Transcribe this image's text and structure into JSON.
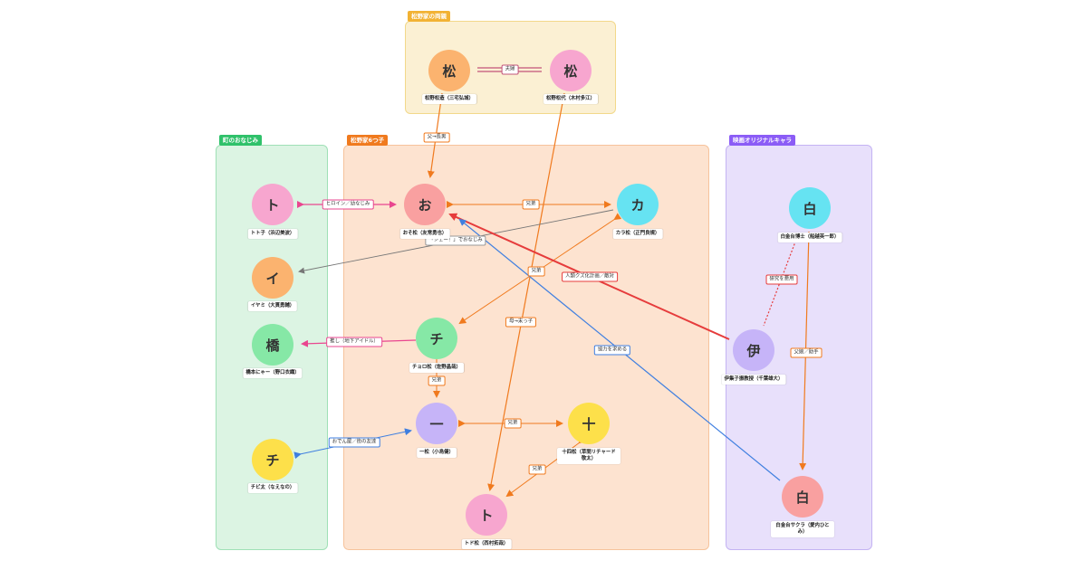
{
  "colors": {
    "orange_edge": "#f07a1e",
    "pink_edge": "#e9468f",
    "red_edge": "#e63c3c",
    "blue_edge": "#3f7fe0",
    "gray_edge": "#777777",
    "marriage": "#c2547a"
  },
  "groups": {
    "parents": {
      "title": "松野家の両親",
      "color": "#f2b233",
      "fill": "#fbf0d3"
    },
    "town": {
      "title": "町のおなじみ",
      "color": "#2fc16a",
      "fill": "#dcf4e3"
    },
    "brothers": {
      "title": "松野家6つ子",
      "color": "#f07a1e",
      "fill": "#fde3d0"
    },
    "movie": {
      "title": "映画オリジナルキャラ",
      "color": "#8b5cf6",
      "fill": "#e8e0fb"
    }
  },
  "nodes": {
    "matsuzo": {
      "char": "松",
      "label": "松野松造（三宅弘城）",
      "color": "#fbb36f"
    },
    "matsuyo": {
      "char": "松",
      "label": "松野松代（木村多江）",
      "color": "#f7a6cf"
    },
    "totoko": {
      "char": "ト",
      "label": "トト子（浜辺美波）",
      "color": "#f7a6cf"
    },
    "iyami": {
      "char": "イ",
      "label": "イヤミ（大貫勇輔）",
      "color": "#fbb36f"
    },
    "hashimoto": {
      "char": "橋",
      "label": "橋本にゃー（野口衣織）",
      "color": "#86e8a6"
    },
    "chibita": {
      "char": "チ",
      "label": "チビ太（なえなの）",
      "color": "#fde04a"
    },
    "osomatsu": {
      "char": "お",
      "label": "おそ松（友常勇也）",
      "color": "#f9a0a0"
    },
    "karamatsu": {
      "char": "カ",
      "label": "カラ松（正門良規）",
      "color": "#66e3f2"
    },
    "choromatsu": {
      "char": "チ",
      "label": "チョロ松（佐野晶哉）",
      "color": "#86e8a6"
    },
    "ichimatsu": {
      "char": "一",
      "label": "一松（小島健）",
      "color": "#c6b4f8"
    },
    "jyushimatsu": {
      "char": "十",
      "label": "十四松（草間リチャード敬太）",
      "color": "#fde04a"
    },
    "todomatsu": {
      "char": "ト",
      "label": "トド松（西村拓哉）",
      "color": "#f7a6cf"
    },
    "hakase": {
      "char": "白",
      "label": "白金台博士（船越英一郎）",
      "color": "#66e3f2"
    },
    "ida": {
      "char": "伊",
      "label": "伊集子振教授（千葉雄大）",
      "color": "#c6b4f8"
    },
    "sakura": {
      "char": "白",
      "label": "白金台サクラ（愛内ひとみ）",
      "color": "#f9a0a0"
    }
  },
  "edges": {
    "marriage": "夫婦",
    "father_son": "父→長男",
    "mother_son": "母→末っ子",
    "totoko_oso": "ヒロイン／幼なじみ",
    "kara_iyami": "「シェー！」でおなじみ",
    "oso_kara": "兄弟",
    "kara_choro": "兄弟",
    "choro_hashi": "推し（地下アイドル）",
    "choro_ichi": "兄弟",
    "ichi_jyushi": "兄弟",
    "jyushi_todo": "兄弟",
    "chibi_ichi": "おでん屋／街の友達",
    "ida_oso": "人類クズ化計画／敵対",
    "sakura_oso": "協力を求める",
    "hakase_ida": "研究を悪用",
    "hakase_sakura": "父娘／助手"
  }
}
